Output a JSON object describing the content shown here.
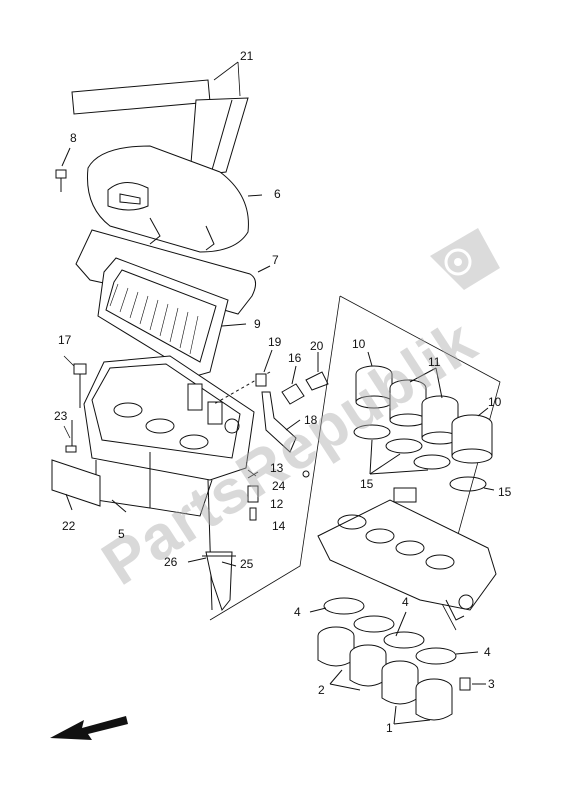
{
  "diagram": {
    "callouts": {
      "p1": "1",
      "p2": "2",
      "p3": "3",
      "p4a": "4",
      "p4b": "4",
      "p4c": "4",
      "p5": "5",
      "p6": "6",
      "p7": "7",
      "p8": "8",
      "p9": "9",
      "p10a": "10",
      "p10b": "10",
      "p11": "11",
      "p12": "12",
      "p13": "13",
      "p14": "14",
      "p15a": "15",
      "p15b": "15",
      "p16": "16",
      "p17": "17",
      "p18": "18",
      "p19": "19",
      "p20": "20",
      "p21": "21",
      "p22": "22",
      "p23": "23",
      "p24": "24",
      "p25": "25",
      "p26": "26"
    },
    "watermark": "PartsRepublik",
    "watermark_icon": "gear-icon",
    "direction_icon": "front-arrow-icon"
  },
  "colors": {
    "line": "#111111",
    "watermark": "#aaaaaa"
  }
}
